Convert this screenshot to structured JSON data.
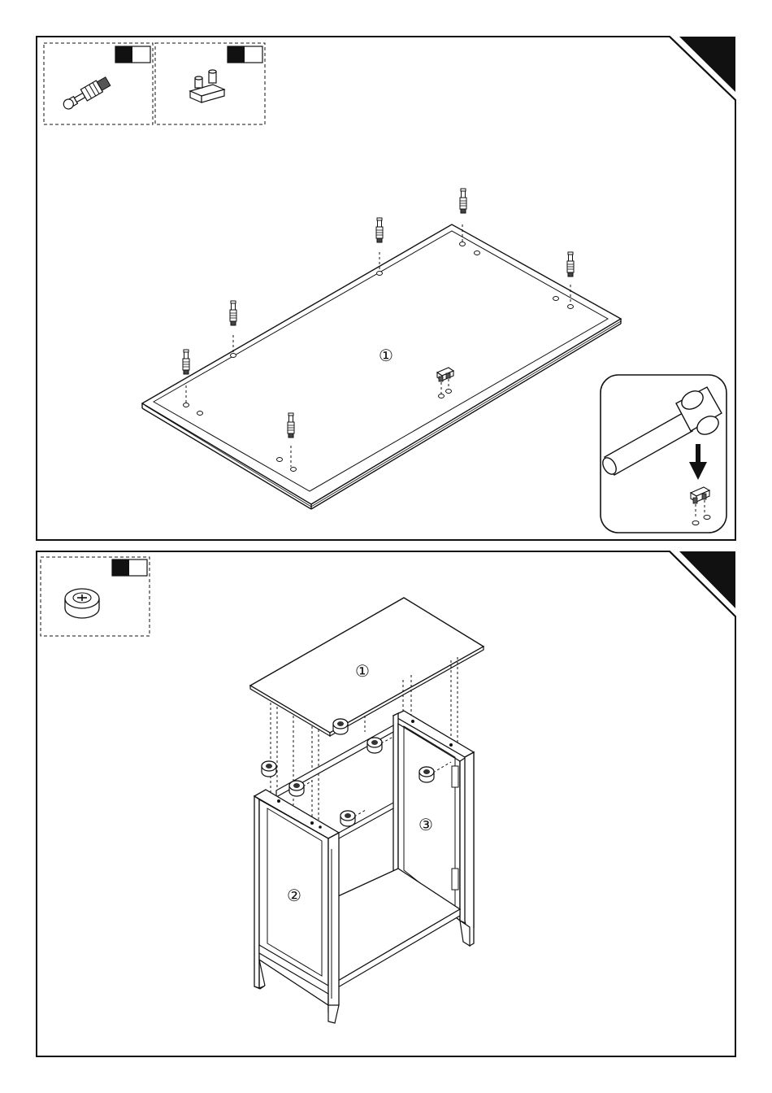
{
  "steps": [
    {
      "parts_box": [
        {
          "icon": "cam-bolt-icon",
          "qty_label": ""
        },
        {
          "icon": "double-dowel-connector-icon",
          "qty_label": ""
        }
      ],
      "panel_labels": [
        "①"
      ],
      "detail_icon": "hammer-icon"
    },
    {
      "parts_box": [
        {
          "icon": "cam-lock-icon",
          "qty_label": ""
        }
      ],
      "panel_labels": [
        "①",
        "②",
        "③"
      ]
    }
  ],
  "colors": {
    "line": "#111111",
    "background": "#ffffff",
    "corner_tab": "#111111"
  }
}
